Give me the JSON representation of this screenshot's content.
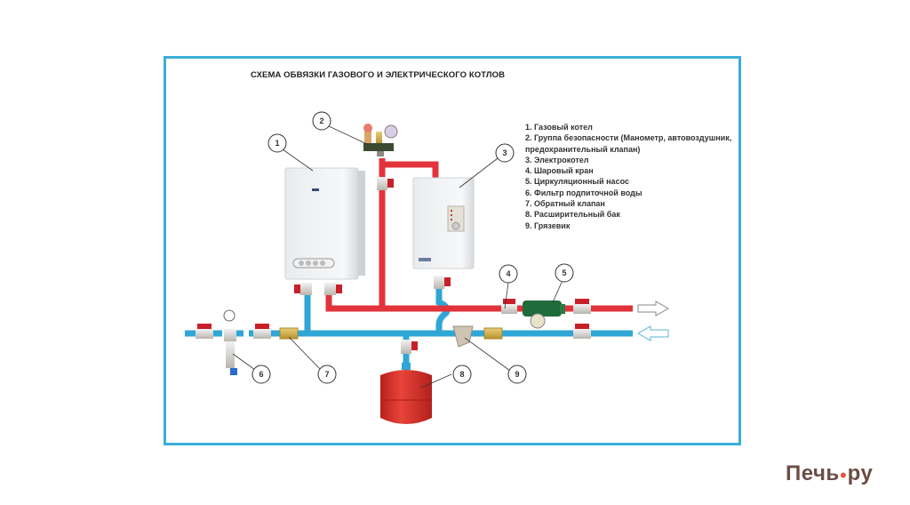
{
  "diagram": {
    "title": "СХЕМА ОБВЯЗКИ ГАЗОВОГО И ЭЛЕКТРИЧЕСКОГО КОТЛОВ",
    "legend": [
      "1. Газовый котел",
      "2. Группа безопасности (Манометр, автовоздушник,",
      "предохранительный клапан)",
      "3. Электрокотел",
      "4. Шаровый кран",
      "5. Циркуляционный насос",
      "6. Фильтр подпиточной воды",
      "7. Обратный клапан",
      "8. Расширительный бак",
      "9. Грязевик"
    ],
    "callouts": [
      "1",
      "2",
      "3",
      "4",
      "5",
      "6",
      "7",
      "8",
      "9"
    ],
    "colors": {
      "frame": "#3aaed8",
      "supply_pipe": "#e2333b",
      "return_pipe": "#2fa6d6",
      "valve_handle": "#c8202a",
      "pump": "#1f6b3a",
      "tank": "#d9302c",
      "check_valve": "#d6b24a"
    }
  },
  "watermark": {
    "text": "Печь",
    "suffix": "ру",
    "flame_icon": "flame-icon"
  }
}
